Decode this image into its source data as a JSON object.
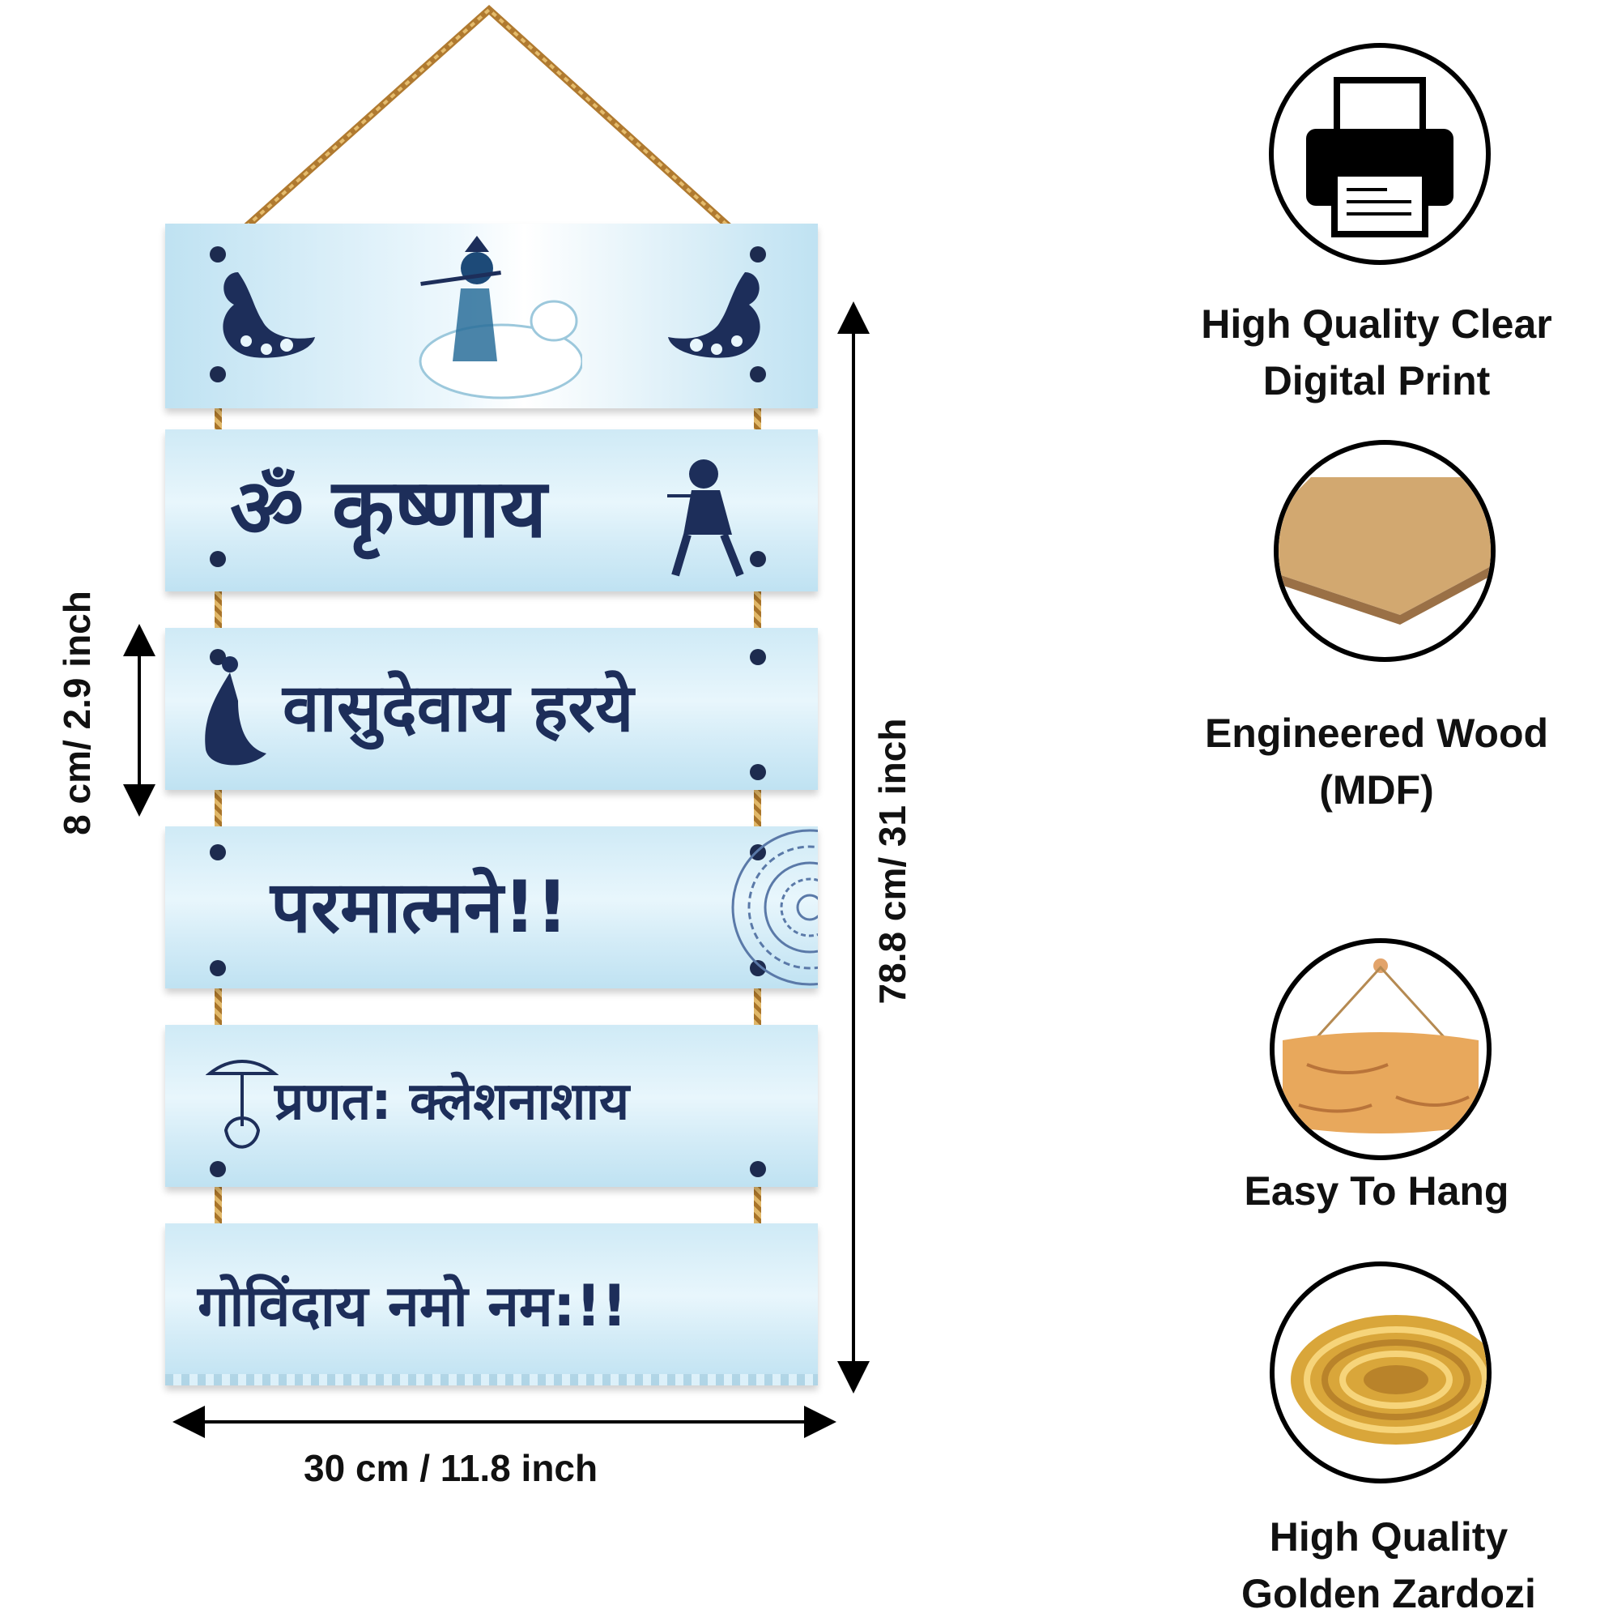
{
  "boards": {
    "line1": "ॐ कृष्णाय",
    "line2": "वासुदेवाय हरये",
    "line3": "परमात्मने!!",
    "line4": "प्रणत: क्लेशनाशाय",
    "line5": "गोविंदाय नमो नम:!!"
  },
  "dimensions": {
    "board_height": "8 cm/ 2.9 inch",
    "total_height": "78.8 cm/ 31 inch",
    "width": "30 cm / 11.8 inch"
  },
  "features": [
    {
      "icon": "printer-icon",
      "line1": "High Quality Clear",
      "line2": "Digital Print"
    },
    {
      "icon": "mdf-board-icon",
      "line1": "Engineered Wood",
      "line2": "(MDF)"
    },
    {
      "icon": "hanging-board-icon",
      "line1": "Easy To Hang",
      "line2": ""
    },
    {
      "icon": "golden-thread-icon",
      "line1": "High Quality",
      "line2": "Golden Zardozi"
    }
  ],
  "colors": {
    "text_navy": "#1d2e5a",
    "board_blue": "#d4ecf7",
    "rope_gold": "#c8923e"
  }
}
